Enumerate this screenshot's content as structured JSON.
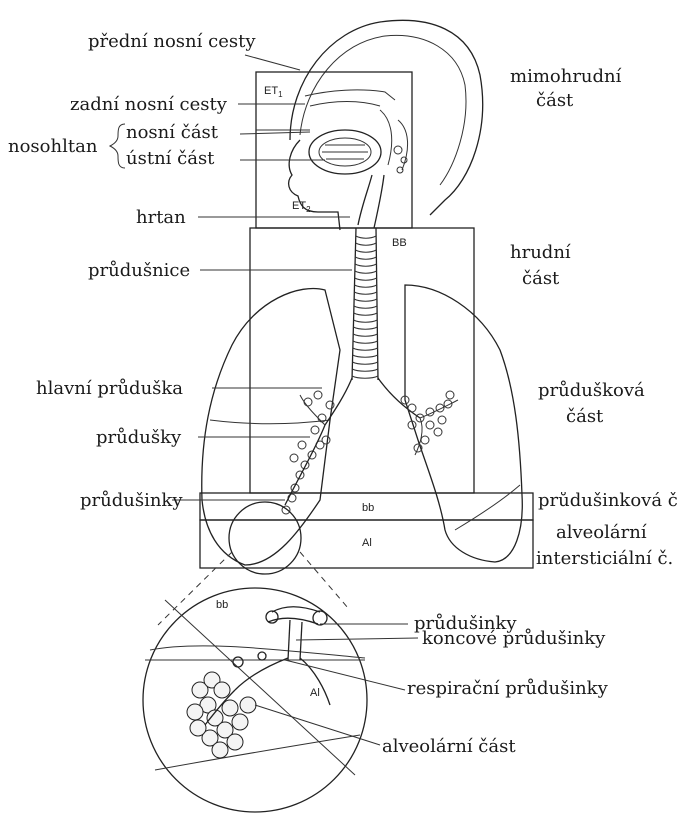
{
  "labels": {
    "predni_nosni_cesty": "přední nosní cesty",
    "zadni_nosni_cesty": "zadní nosní cesty",
    "nosohltan": "nosohltan",
    "nosni_cast": "nosní část",
    "ustni_cast": "ústní část",
    "hrtan": "hrtan",
    "prudusnice": "průdušnice",
    "hlavni_pruduska": "hlavní průduška",
    "prudusky": "průdušky",
    "prudusinky": "průdušinky",
    "mimohrudni_1": "mimohrudní",
    "mimohrudni_2": "část",
    "hrudni_1": "hrudní",
    "hrudni_2": "část",
    "pruduskova_1": "průdušková",
    "pruduskova_2": "část",
    "prudusinkova": "průdušinková č",
    "alveolarni_1": "alveolární",
    "alveolarni_2": "intersticiální č.",
    "zoom_prudusinky": "průdušinky",
    "zoom_koncove": "koncové průdušinky",
    "zoom_respiracni": "respirační průdušinky",
    "zoom_alveolarni": "alveolární část"
  },
  "region_codes": {
    "et1_base": "ET",
    "et1_sub": "1",
    "et2_base": "ET",
    "et2_sub": "2",
    "bb_upper": "BB",
    "bb_lower": "bb",
    "al_lower": "Al",
    "bb_zoom": "bb",
    "al_zoom": "Al"
  }
}
